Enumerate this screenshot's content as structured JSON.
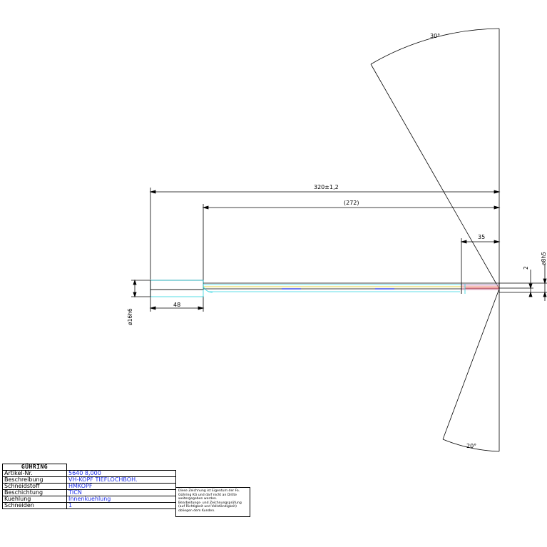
{
  "dimensions": {
    "angle_top": "30°",
    "angle_bottom": "20°",
    "overall_length": "320±1,2",
    "reference_length": "(272)",
    "tip_length": "35",
    "shank_length": "48",
    "shank_diameter": "ø16h6",
    "head_diameter": "ø8h5",
    "tip_offset": "2"
  },
  "title_block": {
    "logo": "GÜHRING",
    "rows": [
      {
        "label": "Artikel-Nr.",
        "value": "5640  8,000"
      },
      {
        "label": "Beschreibung",
        "value": "VH-KOPF  TIEFLOCHBOH."
      },
      {
        "label": "Schneidstoff",
        "value": "HMKOPF"
      },
      {
        "label": "Beschichtung",
        "value": "TICN"
      },
      {
        "label": "Kuehlung",
        "value": "Innenkuehlung"
      },
      {
        "label": "Schneiden",
        "value": "1"
      }
    ]
  },
  "notice": {
    "lines": [
      "Diese Zeichnung ist Eigentum der Fa.",
      "Gühring KG und darf nicht an Dritte",
      "weitergegeben werden.",
      "Bearbeitungs- und Zeichnungsprüfung",
      "(auf Richtigkeit und Vollständigkeit)",
      "obliegen dem Kunden."
    ]
  },
  "colors": {
    "line": "#000000",
    "cyan": "#2bd4e0",
    "yellow": "#d8c400",
    "blue": "#1c2ee8",
    "red": "#e23a3a",
    "pink": "#f2a8c8"
  }
}
